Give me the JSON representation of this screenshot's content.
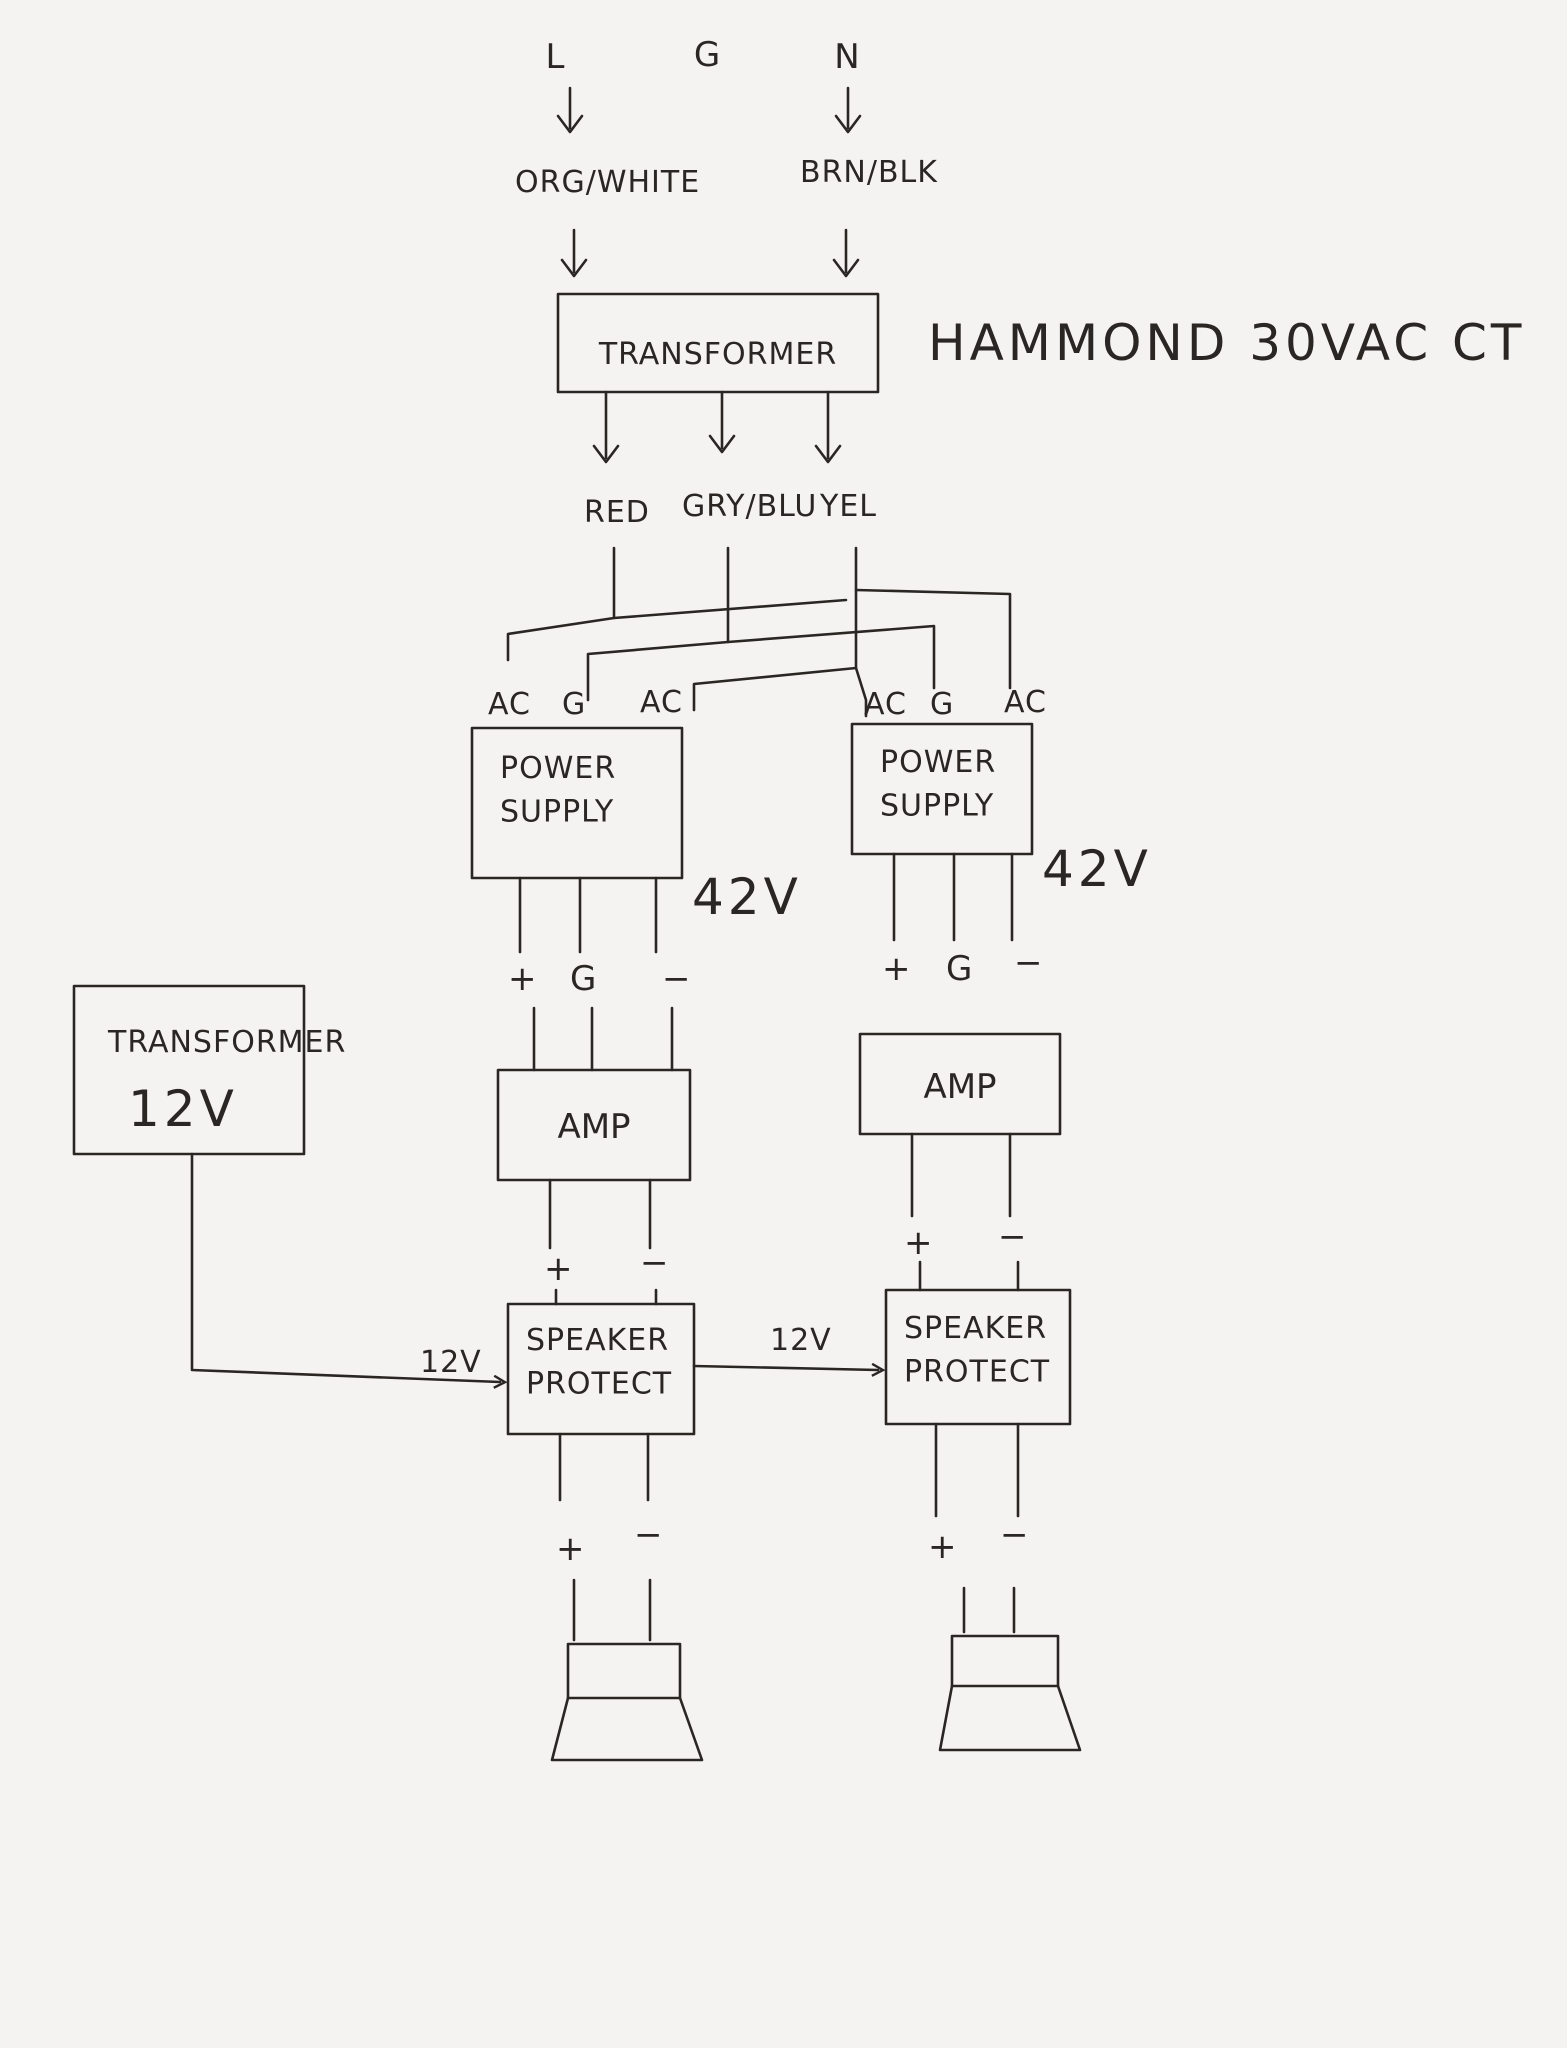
{
  "mains": {
    "l": "L",
    "g": "G",
    "n": "N",
    "live_wire": "ORG/WHITE",
    "neutral_wire": "BRN/BLK"
  },
  "main_transformer": {
    "label": "TRANSFORMER",
    "note": "HAMMOND 30VAC CT"
  },
  "secondary": {
    "red": "RED",
    "grey_blue": "GRY/BLU",
    "yellow": "YEL"
  },
  "left_channel": {
    "terminals_in": [
      "AC",
      "G",
      "AC"
    ],
    "power_supply": "POWER SUPPLY",
    "voltage": "42V",
    "rails": [
      "+",
      "G",
      "−"
    ],
    "amp": "AMP",
    "amp_out": [
      "+",
      "−"
    ],
    "protect_in_voltage": "12V",
    "speaker_protect": "SPEAKER PROTECT",
    "speaker_terms": [
      "+",
      "−"
    ]
  },
  "right_channel": {
    "terminals_in": [
      "AC",
      "G",
      "AC"
    ],
    "power_supply": "POWER SUPPLY",
    "voltage": "42V",
    "rails": [
      "+",
      "G",
      "−"
    ],
    "amp": "AMP",
    "amp_out": [
      "+",
      "−"
    ],
    "protect_in_voltage": "12V",
    "speaker_protect": "SPEAKER PROTECT",
    "speaker_terms": [
      "+",
      "−"
    ]
  },
  "aux_transformer": {
    "label": "TRANSFORMER",
    "voltage": "12V"
  },
  "colors": {
    "ink": "#2a2623",
    "paper": "#f4f3f1"
  }
}
